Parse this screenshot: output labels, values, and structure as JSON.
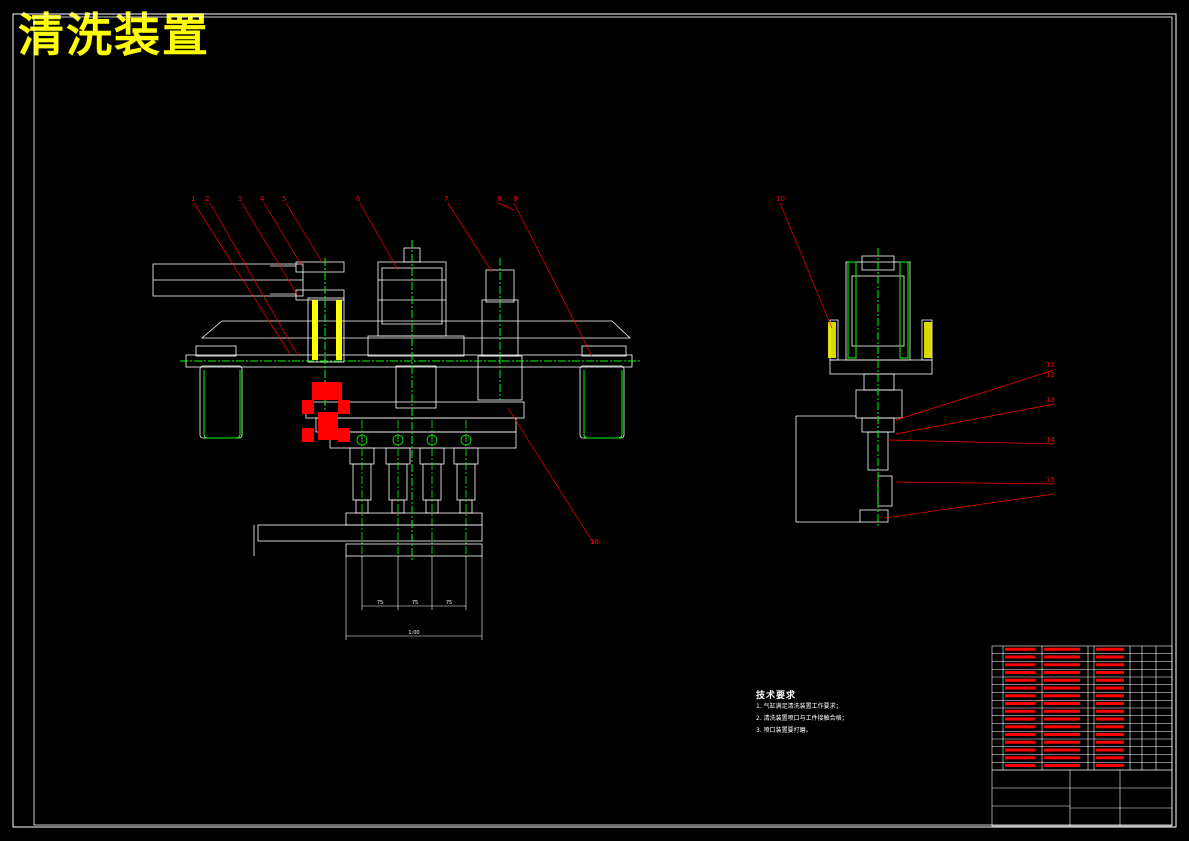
{
  "title": "清洗装置",
  "part_labels": [
    "1",
    "2",
    "3",
    "4",
    "5",
    "6",
    "7",
    "8",
    "9",
    "10",
    "11",
    "12",
    "13",
    "14",
    "15",
    "16"
  ],
  "dimensions": [
    "75",
    "75",
    "75",
    "1:00"
  ],
  "tech_requirements": {
    "heading": "技术要求",
    "lines": [
      "1. 气缸满足清洗装置工作要求；",
      "2. 清洗装置喷口与工件接触合格；",
      "3. 喷口装置要打磨。"
    ]
  },
  "colors": {
    "background": "#000000",
    "frame": "#ffffff",
    "title": "#ffff00",
    "structure": "#ffffff",
    "centerline": "#00ff00",
    "hatch": "#ffff00",
    "leader": "#ff0000",
    "section": "#ff0000"
  }
}
